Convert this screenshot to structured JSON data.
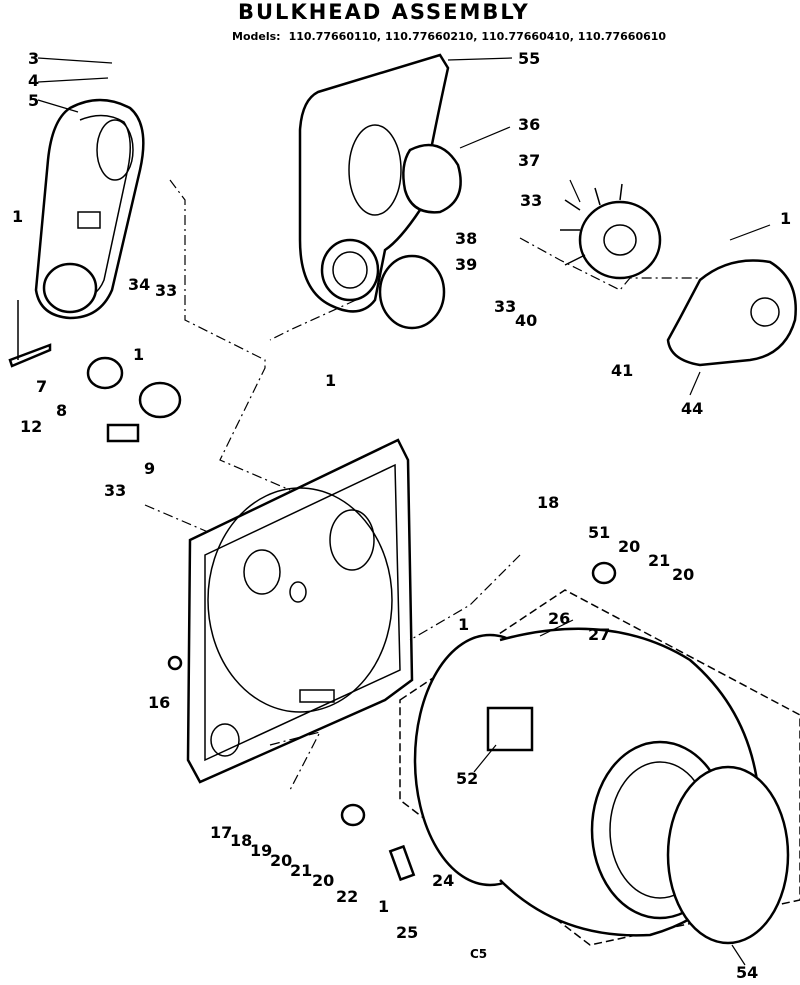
{
  "title": "BULKHEAD ASSEMBLY",
  "models_label": "Models:",
  "models": "110.77660110, 110.77660210, 110.77660410, 110.77660610",
  "footer_code": "C5",
  "callouts": {
    "c1a": "1",
    "c1b": "1",
    "c1c": "1",
    "c1d": "1",
    "c1e": "1",
    "c1f": "1",
    "c3": "3",
    "c4": "4",
    "c5": "5",
    "c7": "7",
    "c8": "8",
    "c9": "9",
    "c12": "12",
    "c16": "16",
    "c17": "17",
    "c18a": "18",
    "c18b": "18",
    "c19": "19",
    "c20a": "20",
    "c20b": "20",
    "c20c": "20",
    "c20d": "20",
    "c21a": "21",
    "c21b": "21",
    "c22": "22",
    "c24": "24",
    "c25": "25",
    "c26": "26",
    "c27": "27",
    "c33a": "33",
    "c33b": "33",
    "c33c": "33",
    "c33d": "33",
    "c34": "34",
    "c36": "36",
    "c37": "37",
    "c38": "38",
    "c39": "39",
    "c40": "40",
    "c41": "41",
    "c44": "44",
    "c51": "51",
    "c52": "52",
    "c54": "54",
    "c55": "55"
  }
}
